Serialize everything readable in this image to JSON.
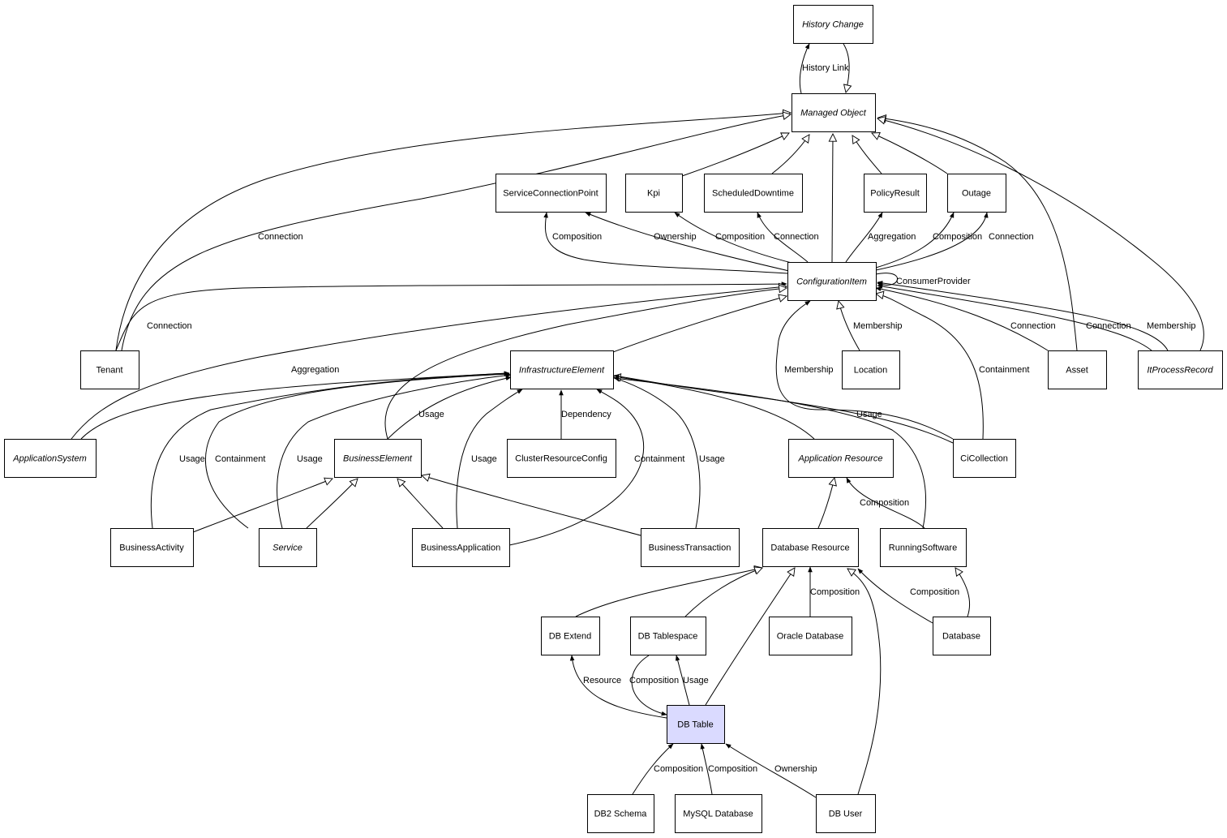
{
  "diagram": {
    "nodes": [
      {
        "id": "history_change",
        "label": "History Change",
        "abstract": true
      },
      {
        "id": "managed_object",
        "label": "Managed Object",
        "abstract": true
      },
      {
        "id": "service_connection_point",
        "label": "ServiceConnectionPoint",
        "abstract": false
      },
      {
        "id": "kpi",
        "label": "Kpi",
        "abstract": false
      },
      {
        "id": "scheduled_downtime",
        "label": "ScheduledDowntime",
        "abstract": false
      },
      {
        "id": "policy_result",
        "label": "PolicyResult",
        "abstract": false
      },
      {
        "id": "outage",
        "label": "Outage",
        "abstract": false
      },
      {
        "id": "configuration_item",
        "label": "ConfigurationItem",
        "abstract": true
      },
      {
        "id": "tenant",
        "label": "Tenant",
        "abstract": false
      },
      {
        "id": "infrastructure_element",
        "label": "InfrastructureElement",
        "abstract": true
      },
      {
        "id": "location",
        "label": "Location",
        "abstract": false
      },
      {
        "id": "asset",
        "label": "Asset",
        "abstract": false
      },
      {
        "id": "it_process_record",
        "label": "ItProcessRecord",
        "abstract": true
      },
      {
        "id": "application_system",
        "label": "ApplicationSystem",
        "abstract": true
      },
      {
        "id": "business_element",
        "label": "BusinessElement",
        "abstract": true
      },
      {
        "id": "cluster_resource_config",
        "label": "ClusterResourceConfig",
        "abstract": false
      },
      {
        "id": "application_resource",
        "label": "Application Resource",
        "abstract": true
      },
      {
        "id": "ci_collection",
        "label": "CiCollection",
        "abstract": false
      },
      {
        "id": "business_activity",
        "label": "BusinessActivity",
        "abstract": false
      },
      {
        "id": "service",
        "label": "Service",
        "abstract": true
      },
      {
        "id": "business_application",
        "label": "BusinessApplication",
        "abstract": false
      },
      {
        "id": "business_transaction",
        "label": "BusinessTransaction",
        "abstract": false
      },
      {
        "id": "database_resource",
        "label": "Database Resource",
        "abstract": false
      },
      {
        "id": "running_software",
        "label": "RunningSoftware",
        "abstract": false
      },
      {
        "id": "db_extend",
        "label": "DB Extend",
        "abstract": false
      },
      {
        "id": "db_tablespace",
        "label": "DB Tablespace",
        "abstract": false
      },
      {
        "id": "oracle_database",
        "label": "Oracle Database",
        "abstract": false
      },
      {
        "id": "database",
        "label": "Database",
        "abstract": false
      },
      {
        "id": "db_table",
        "label": "DB Table",
        "abstract": false,
        "selected": true
      },
      {
        "id": "db2_schema",
        "label": "DB2 Schema",
        "abstract": false
      },
      {
        "id": "mysql_database",
        "label": "MySQL Database",
        "abstract": false
      },
      {
        "id": "db_user",
        "label": "DB User",
        "abstract": false
      }
    ],
    "edges": [
      {
        "from": "managed_object",
        "to": "history_change",
        "kind": "association",
        "label": "History Link"
      },
      {
        "from": "history_change",
        "to": "managed_object",
        "kind": "inheritance",
        "label": ""
      },
      {
        "from": "tenant",
        "to": "managed_object",
        "kind": "inheritance",
        "label": ""
      },
      {
        "from": "tenant",
        "to": "managed_object",
        "kind": "inheritance",
        "label": "Connection"
      },
      {
        "from": "kpi",
        "to": "managed_object",
        "kind": "inheritance",
        "label": ""
      },
      {
        "from": "scheduled_downtime",
        "to": "managed_object",
        "kind": "inheritance",
        "label": ""
      },
      {
        "from": "configuration_item",
        "to": "managed_object",
        "kind": "inheritance",
        "label": ""
      },
      {
        "from": "policy_result",
        "to": "managed_object",
        "kind": "inheritance",
        "label": ""
      },
      {
        "from": "outage",
        "to": "managed_object",
        "kind": "inheritance",
        "label": ""
      },
      {
        "from": "asset",
        "to": "managed_object",
        "kind": "inheritance",
        "label": ""
      },
      {
        "from": "it_process_record",
        "to": "managed_object",
        "kind": "inheritance",
        "label": ""
      },
      {
        "from": "configuration_item",
        "to": "service_connection_point",
        "kind": "association",
        "label": "Composition"
      },
      {
        "from": "configuration_item",
        "to": "service_connection_point",
        "kind": "association",
        "label": "Ownership"
      },
      {
        "from": "configuration_item",
        "to": "kpi",
        "kind": "association",
        "label": "Composition"
      },
      {
        "from": "configuration_item",
        "to": "scheduled_downtime",
        "kind": "association",
        "label": "Connection"
      },
      {
        "from": "configuration_item",
        "to": "policy_result",
        "kind": "association",
        "label": "Aggregation"
      },
      {
        "from": "configuration_item",
        "to": "outage",
        "kind": "association",
        "label": "Composition"
      },
      {
        "from": "configuration_item",
        "to": "outage",
        "kind": "association",
        "label": "Connection"
      },
      {
        "from": "configuration_item",
        "to": "configuration_item",
        "kind": "association",
        "label": "ConsumerProvider"
      },
      {
        "from": "tenant",
        "to": "configuration_item",
        "kind": "association",
        "label": "Connection"
      },
      {
        "from": "application_system",
        "to": "configuration_item",
        "kind": "inheritance",
        "label": "Aggregation"
      },
      {
        "from": "business_element",
        "to": "configuration_item",
        "kind": "inheritance",
        "label": ""
      },
      {
        "from": "infrastructure_element",
        "to": "configuration_item",
        "kind": "inheritance",
        "label": ""
      },
      {
        "from": "location",
        "to": "configuration_item",
        "kind": "inheritance",
        "label": "Membership"
      },
      {
        "from": "ci_collection",
        "to": "configuration_item",
        "kind": "inheritance",
        "label": "Containment"
      },
      {
        "from": "ci_collection",
        "to": "configuration_item",
        "kind": "association",
        "label": "Membership"
      },
      {
        "from": "asset",
        "to": "configuration_item",
        "kind": "association",
        "label": "Connection"
      },
      {
        "from": "it_process_record",
        "to": "configuration_item",
        "kind": "association",
        "label": "Connection"
      },
      {
        "from": "it_process_record",
        "to": "managed_object",
        "kind": "association",
        "label": "Membership"
      },
      {
        "from": "application_system",
        "to": "infrastructure_element",
        "kind": "association",
        "label": ""
      },
      {
        "from": "business_activity",
        "to": "infrastructure_element",
        "kind": "association",
        "label": "Usage"
      },
      {
        "from": "service",
        "to": "infrastructure_element",
        "kind": "association",
        "label": "Containment"
      },
      {
        "from": "service",
        "to": "infrastructure_element",
        "kind": "association",
        "label": "Usage"
      },
      {
        "from": "business_element",
        "to": "infrastructure_element",
        "kind": "association",
        "label": "Usage"
      },
      {
        "from": "business_application",
        "to": "infrastructure_element",
        "kind": "association",
        "label": "Usage"
      },
      {
        "from": "cluster_resource_config",
        "to": "infrastructure_element",
        "kind": "association",
        "label": "Dependency"
      },
      {
        "from": "business_application",
        "to": "infrastructure_element",
        "kind": "association",
        "label": "Containment"
      },
      {
        "from": "business_transaction",
        "to": "infrastructure_element",
        "kind": "association",
        "label": "Usage"
      },
      {
        "from": "application_resource",
        "to": "infrastructure_element",
        "kind": "inheritance",
        "label": ""
      },
      {
        "from": "running_software",
        "to": "infrastructure_element",
        "kind": "association",
        "label": ""
      },
      {
        "from": "ci_collection",
        "to": "infrastructure_element",
        "kind": "association",
        "label": "Usage"
      },
      {
        "from": "business_activity",
        "to": "business_element",
        "kind": "inheritance",
        "label": ""
      },
      {
        "from": "service",
        "to": "business_element",
        "kind": "inheritance",
        "label": ""
      },
      {
        "from": "business_application",
        "to": "business_element",
        "kind": "inheritance",
        "label": ""
      },
      {
        "from": "business_transaction",
        "to": "business_element",
        "kind": "inheritance",
        "label": ""
      },
      {
        "from": "database_resource",
        "to": "application_resource",
        "kind": "inheritance",
        "label": ""
      },
      {
        "from": "running_software",
        "to": "application_resource",
        "kind": "association",
        "label": "Composition"
      },
      {
        "from": "db_extend",
        "to": "database_resource",
        "kind": "inheritance",
        "label": ""
      },
      {
        "from": "db_tablespace",
        "to": "database_resource",
        "kind": "inheritance",
        "label": ""
      },
      {
        "from": "db_table",
        "to": "database_resource",
        "kind": "inheritance",
        "label": ""
      },
      {
        "from": "oracle_database",
        "to": "database_resource",
        "kind": "association",
        "label": "Composition"
      },
      {
        "from": "database",
        "to": "database_resource",
        "kind": "association",
        "label": "Composition"
      },
      {
        "from": "db_user",
        "to": "database_resource",
        "kind": "inheritance",
        "label": ""
      },
      {
        "from": "database",
        "to": "running_software",
        "kind": "inheritance",
        "label": ""
      },
      {
        "from": "db_table",
        "to": "db_extend",
        "kind": "association",
        "label": "Resource"
      },
      {
        "from": "db_tablespace",
        "to": "db_table",
        "kind": "association",
        "label": "Composition"
      },
      {
        "from": "db_table",
        "to": "db_tablespace",
        "kind": "association",
        "label": "Usage"
      },
      {
        "from": "db2_schema",
        "to": "db_table",
        "kind": "association",
        "label": "Composition"
      },
      {
        "from": "mysql_database",
        "to": "db_table",
        "kind": "association",
        "label": "Composition"
      },
      {
        "from": "db_user",
        "to": "db_table",
        "kind": "association",
        "label": "Ownership"
      }
    ]
  }
}
